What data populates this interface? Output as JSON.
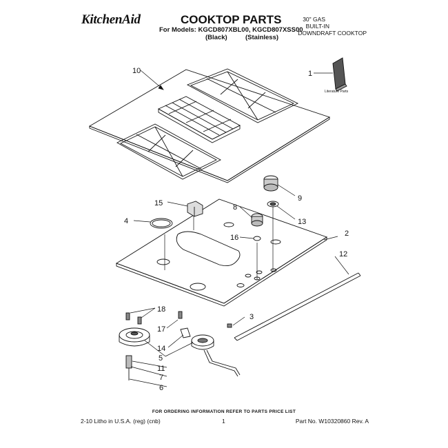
{
  "header": {
    "brand": "KitchenAid",
    "title": "COOKTOP PARTS",
    "models": "For Models: KGCD807XBL00, KGCD807XSS00",
    "variant_black": "(Black)",
    "variant_stainless": "(Stainless)",
    "description": [
      "30\" GAS",
      "BUILT-IN",
      "DOWNDRAFT COOKTOP"
    ]
  },
  "diagram": {
    "callouts": {
      "c1": "1",
      "c2": "2",
      "c3": "3",
      "c4": "4",
      "c5": "5",
      "c6": "6",
      "c7": "7",
      "c8": "8",
      "c9": "9",
      "c10": "10",
      "c11": "11",
      "c12": "12",
      "c13": "13",
      "c14": "14",
      "c15": "15",
      "c16": "16",
      "c17": "17",
      "c18": "18"
    },
    "literature_label": "Literature Parts"
  },
  "footer": {
    "note": "FOR ORDERING INFORMATION REFER TO PARTS PRICE LIST",
    "left": "2-10 Litho in U.S.A. (reg) (cnb)",
    "page": "1",
    "right": "Part No. W10320860 Rev. A"
  }
}
